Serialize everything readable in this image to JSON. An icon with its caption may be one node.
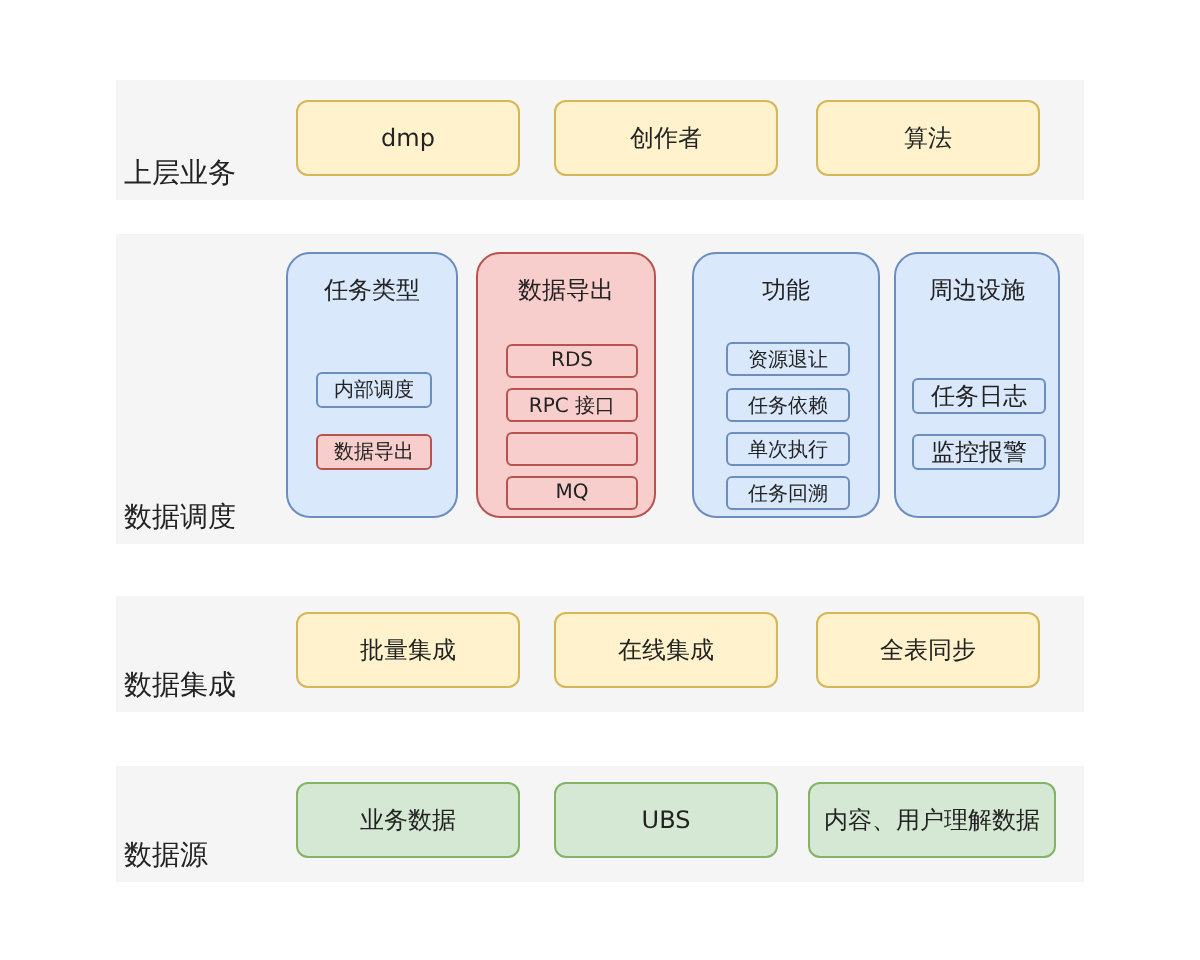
{
  "diagram": {
    "nodes": [
      {
        "text": [
          "上层业务"
        ]
      },
      {
        "text": [
          "dmp"
        ],
        "in": 0
      },
      {
        "text": [
          "创作者"
        ],
        "in": 0
      },
      {
        "text": [
          "算法"
        ],
        "in": 0
      },
      {
        "text": [
          "数据调度"
        ]
      },
      {
        "text": [
          "任务类型"
        ],
        "in": 4
      },
      {
        "text": [
          "内部调度"
        ],
        "in": 5
      },
      {
        "text": [
          "数据导出"
        ],
        "in": 5
      },
      {
        "text": [
          "数据导出"
        ],
        "in": 4
      },
      {
        "text": [
          "RDS"
        ],
        "in": 8
      },
      {
        "text": [
          "RPC 接口"
        ],
        "in": 8
      },
      {
        "text": [],
        "shape": "box",
        "in": 8
      },
      {
        "text": [
          "MQ"
        ],
        "in": 8
      },
      {
        "text": [
          "功能"
        ],
        "in": 4
      },
      {
        "text": [
          "资源退让"
        ],
        "in": 13
      },
      {
        "text": [
          "任务依赖"
        ],
        "in": 13
      },
      {
        "text": [
          "单次执行"
        ],
        "in": 13
      },
      {
        "text": [
          "任务回溯"
        ],
        "in": 13
      },
      {
        "text": [
          "周边设施"
        ],
        "in": 4
      },
      {
        "text": [
          "任务日志"
        ],
        "in": 18
      },
      {
        "text": [
          "监控报警"
        ],
        "in": 18
      },
      {
        "text": [
          "数据集成"
        ]
      },
      {
        "text": [
          "批量集成"
        ],
        "in": 21
      },
      {
        "text": [
          "在线集成"
        ],
        "in": 21
      },
      {
        "text": [
          "全表同步"
        ],
        "in": 21
      },
      {
        "text": [
          "数据源"
        ]
      },
      {
        "text": [
          "业务数据"
        ],
        "in": 25
      },
      {
        "text": [
          "UBS"
        ],
        "in": 25
      },
      {
        "text": [
          "内容、用户理解数据"
        ],
        "in": 25
      }
    ]
  }
}
